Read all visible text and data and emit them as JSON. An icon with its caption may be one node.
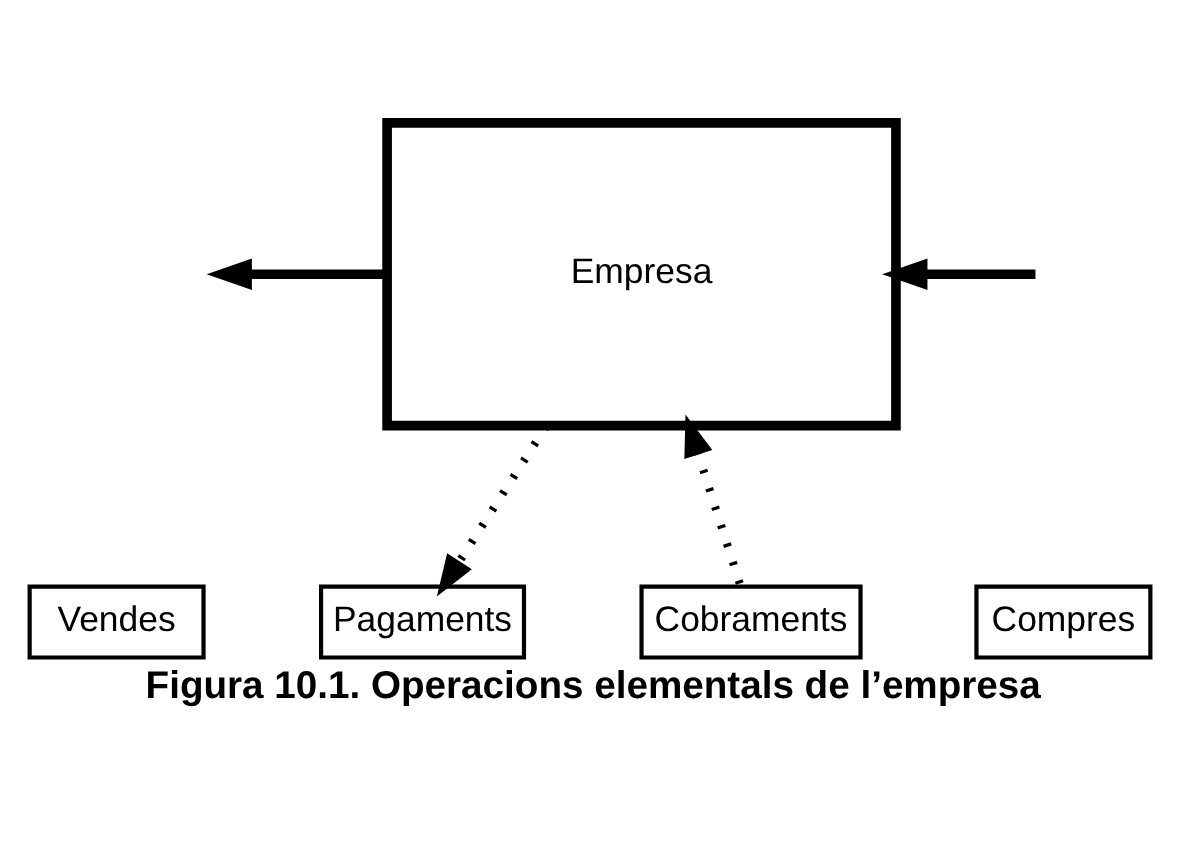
{
  "diagram": {
    "caption": "Figura 10.1. Operacions elementals de l’empresa",
    "nodes": [
      {
        "text": [
          "Empresa"
        ]
      },
      {
        "text": [
          "Vendes"
        ]
      },
      {
        "text": [
          "Compres"
        ]
      },
      {
        "text": [
          "Pagaments"
        ]
      },
      {
        "text": [
          "Cobraments"
        ]
      }
    ],
    "edges": [
      {
        "from": 0,
        "to": null,
        "arrow": "to"
      },
      {
        "from": null,
        "to": 0,
        "arrow": "to"
      },
      {
        "from": 0,
        "to": 3,
        "arrow": "to",
        "style": "dashed"
      },
      {
        "from": 4,
        "to": 0,
        "arrow": "to",
        "style": "dashed"
      }
    ]
  }
}
